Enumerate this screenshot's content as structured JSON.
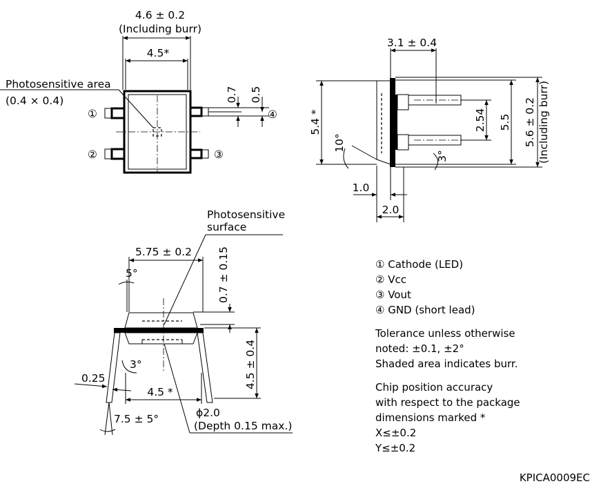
{
  "top_view": {
    "width_outer": "4.6 ± 0.2",
    "width_outer_note": "(Including burr)",
    "width_inner": "4.5*",
    "photo_area_label": "Photosensitive area",
    "photo_area_size": "(0.4 × 0.4)",
    "lead_pitch_a": "0.7",
    "lead_pitch_b": "0.5",
    "pin_markers": [
      "①",
      "②",
      "③",
      "④"
    ]
  },
  "side_view": {
    "top_dim": "3.1 ± 0.4",
    "height_star": "5.4 *",
    "angle_left": "10°",
    "pitch": "2.54",
    "height_inner": "5.5",
    "height_outer": "5.6 ± 0.2",
    "height_outer_note": "(Including burr)",
    "angle_right": "3°",
    "lead_offset": "1.0",
    "body_depth": "2.0"
  },
  "front_view": {
    "surface_label_line1": "Photosensitive",
    "surface_label_line2": "surface",
    "width": "5.75 ± 0.2",
    "height_top": "0.7 ± 0.15",
    "angle_top": "5°",
    "height_right": "4.5 ± 0.4",
    "angle_inner": "3°",
    "lead_thickness": "0.25",
    "chip_width": "4.5 *",
    "hole_dia": "ϕ2.0",
    "hole_depth": "(Depth 0.15 max.)",
    "lead_spread": "7.5 ± 5°"
  },
  "notes": {
    "pins": [
      "① Cathode (LED)",
      "② Vcc",
      "③ Vout",
      "④ GND (short lead)"
    ],
    "tolerance": [
      "Tolerance unless otherwise",
      "noted: ±0.1, ±2°",
      "Shaded area indicates burr."
    ],
    "accuracy": [
      "Chip position accuracy",
      "with respect to the package",
      "dimensions marked *",
      "X≤±0.2",
      "Y≤±0.2"
    ]
  },
  "drawing_code": "KPICA0009EC"
}
